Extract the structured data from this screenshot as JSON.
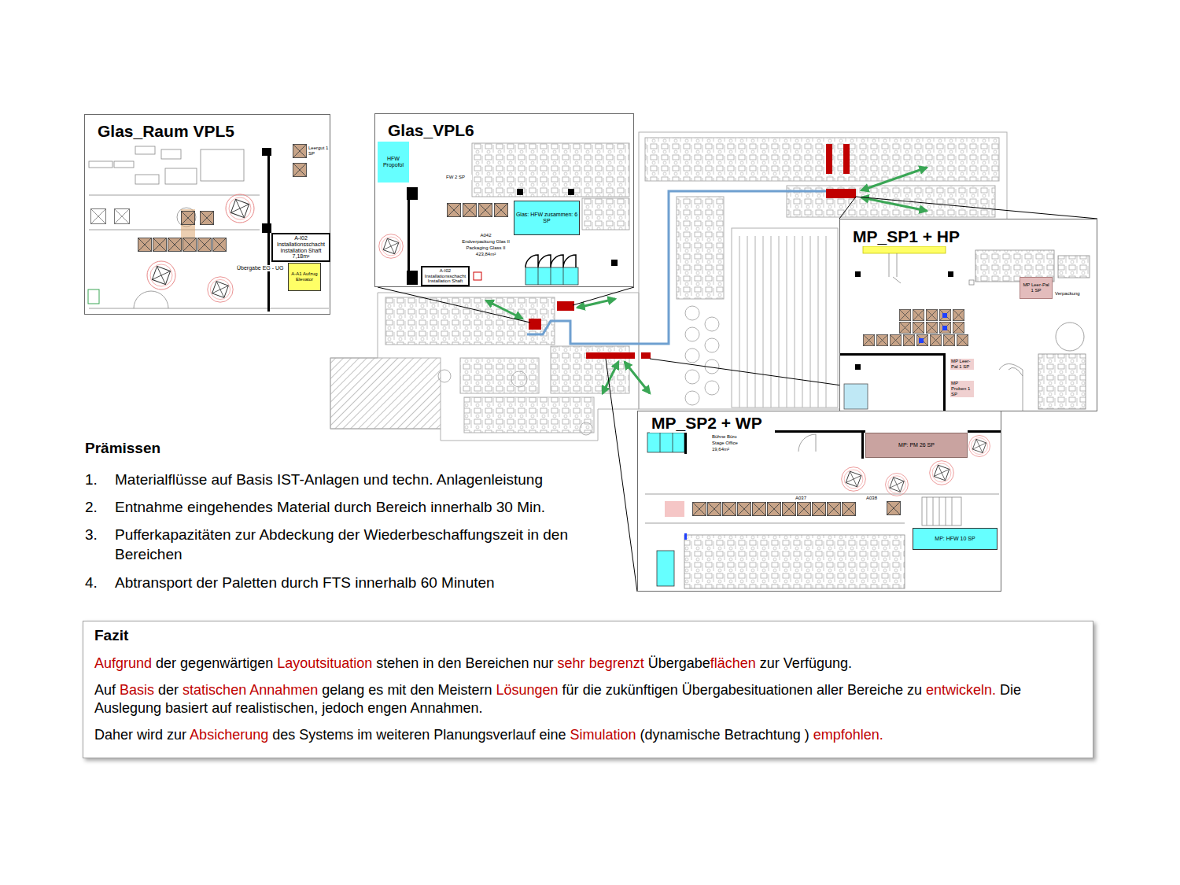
{
  "diagram": {
    "nodes": [
      {
        "text": [
          "Glas_Raum VPL5"
        ]
      },
      {
        "text": [
          "A-A1 Aufzug Elevator"
        ],
        "in": 0
      },
      {
        "text": [
          "A-I02 Installationsschacht Installation Shaft 7,18m²"
        ],
        "in": 0
      },
      {
        "text": [
          "Glas_VPL6"
        ]
      },
      {
        "text": [
          "HFW Propofol"
        ],
        "in": 3
      },
      {
        "text": [
          "Glas: HFW zusammen: 6 SP"
        ],
        "in": 3
      },
      {
        "text": [
          "A-I02 Installationsschacht Installation Shaft"
        ],
        "in": 3
      },
      {
        "text": [
          "MP_SP1 + HP"
        ]
      },
      {
        "text": [
          "MP Leer-Pal 1 SP"
        ],
        "in": 7
      },
      {
        "text": [
          "MP_SP2 + WP"
        ]
      },
      {
        "text": [
          "MP: PM 26 SP"
        ],
        "in": 9
      },
      {
        "text": [
          "MP: HFW 10 SP"
        ],
        "in": 9
      },
      {
        "text": [
          "Fazit",
          "Aufgrund der gegenwärtigen Layoutsituation stehen in den Bereichen nur sehr begrenzt Übergabeflächen zur Verfügung.",
          "Auf Basis der statischen Annahmen gelang es mit den Meistern Lösungen für die zukünftigen Übergabesituationen aller Bereiche zu entwickeln. Die Auslegung basiert auf realistischen, jedoch engen Annahmen.",
          "Daher wird zur Absicherung des Systems im weiteren Planungsverlauf eine Simulation (dynamische Betrachtung ) empfohlen."
        ]
      }
    ],
    "labels": [
      "Prämissen",
      "1.",
      "Materialflüsse auf Basis IST-Anlagen und techn. Anlagenleistung",
      "2.",
      "Entnahme eingehendes Material durch Bereich innerhalb 30 Min.",
      "3.",
      "Pufferkapazitäten zur Abdeckung der Wiederbeschaffungszeit in den Bereichen",
      "4.",
      "Abtransport der Paletten durch FTS innerhalb 60 Minuten",
      "Leergut 1 SP",
      "Übergabe EG - UG",
      "FW 2 SP",
      "A042",
      "Endverpackung Glas II",
      "Packaging Glass II",
      "423,84m²",
      "Verpackung",
      "MP Leer-Pal 1 SP",
      "MP Proben 1 SP",
      "Bühne Büro",
      "Stage Office",
      "19,64m²",
      "A037",
      "A038"
    ]
  }
}
